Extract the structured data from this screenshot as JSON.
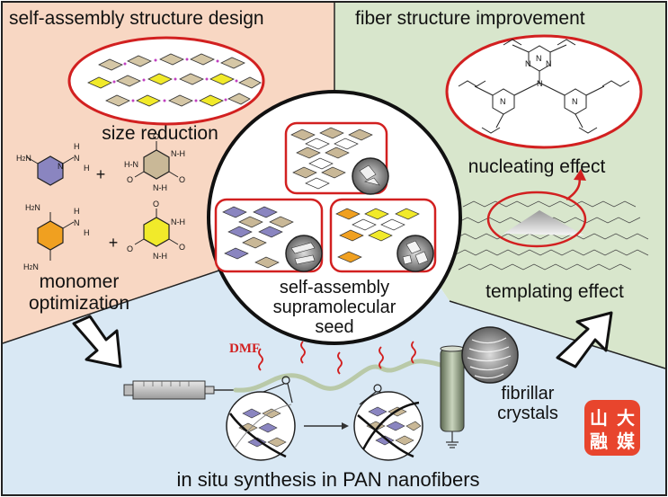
{
  "panels": {
    "top_left_title": "self-assembly structure design",
    "top_right_title": "fiber structure improvement",
    "bottom_title": "in situ synthesis in PAN nanofibers"
  },
  "labels": {
    "size_reduction": "size reduction",
    "monomer_line1": "monomer",
    "monomer_line2": "optimization",
    "nucleating": "nucleating effect",
    "templating": "templating effect",
    "center_line1": "self-assembly",
    "center_line2": "supramolecular",
    "center_line3": "seed",
    "fibrillar_line1": "fibrillar",
    "fibrillar_line2": "crystals",
    "dmf": "DMF",
    "plus": "+"
  },
  "watermark": {
    "text": "山大融媒"
  },
  "colors": {
    "orange_panel": "#f8d7c3",
    "green_panel": "#d8e6cc",
    "blue_panel": "#d9e8f4",
    "red_outline": "#d22020",
    "purple_ring": "#7a6fb0",
    "tan_ring": "#b8a98a",
    "orange_ring": "#f0a020",
    "yellow_ring": "#e6e63a",
    "fiber": "#b9c9a8"
  }
}
